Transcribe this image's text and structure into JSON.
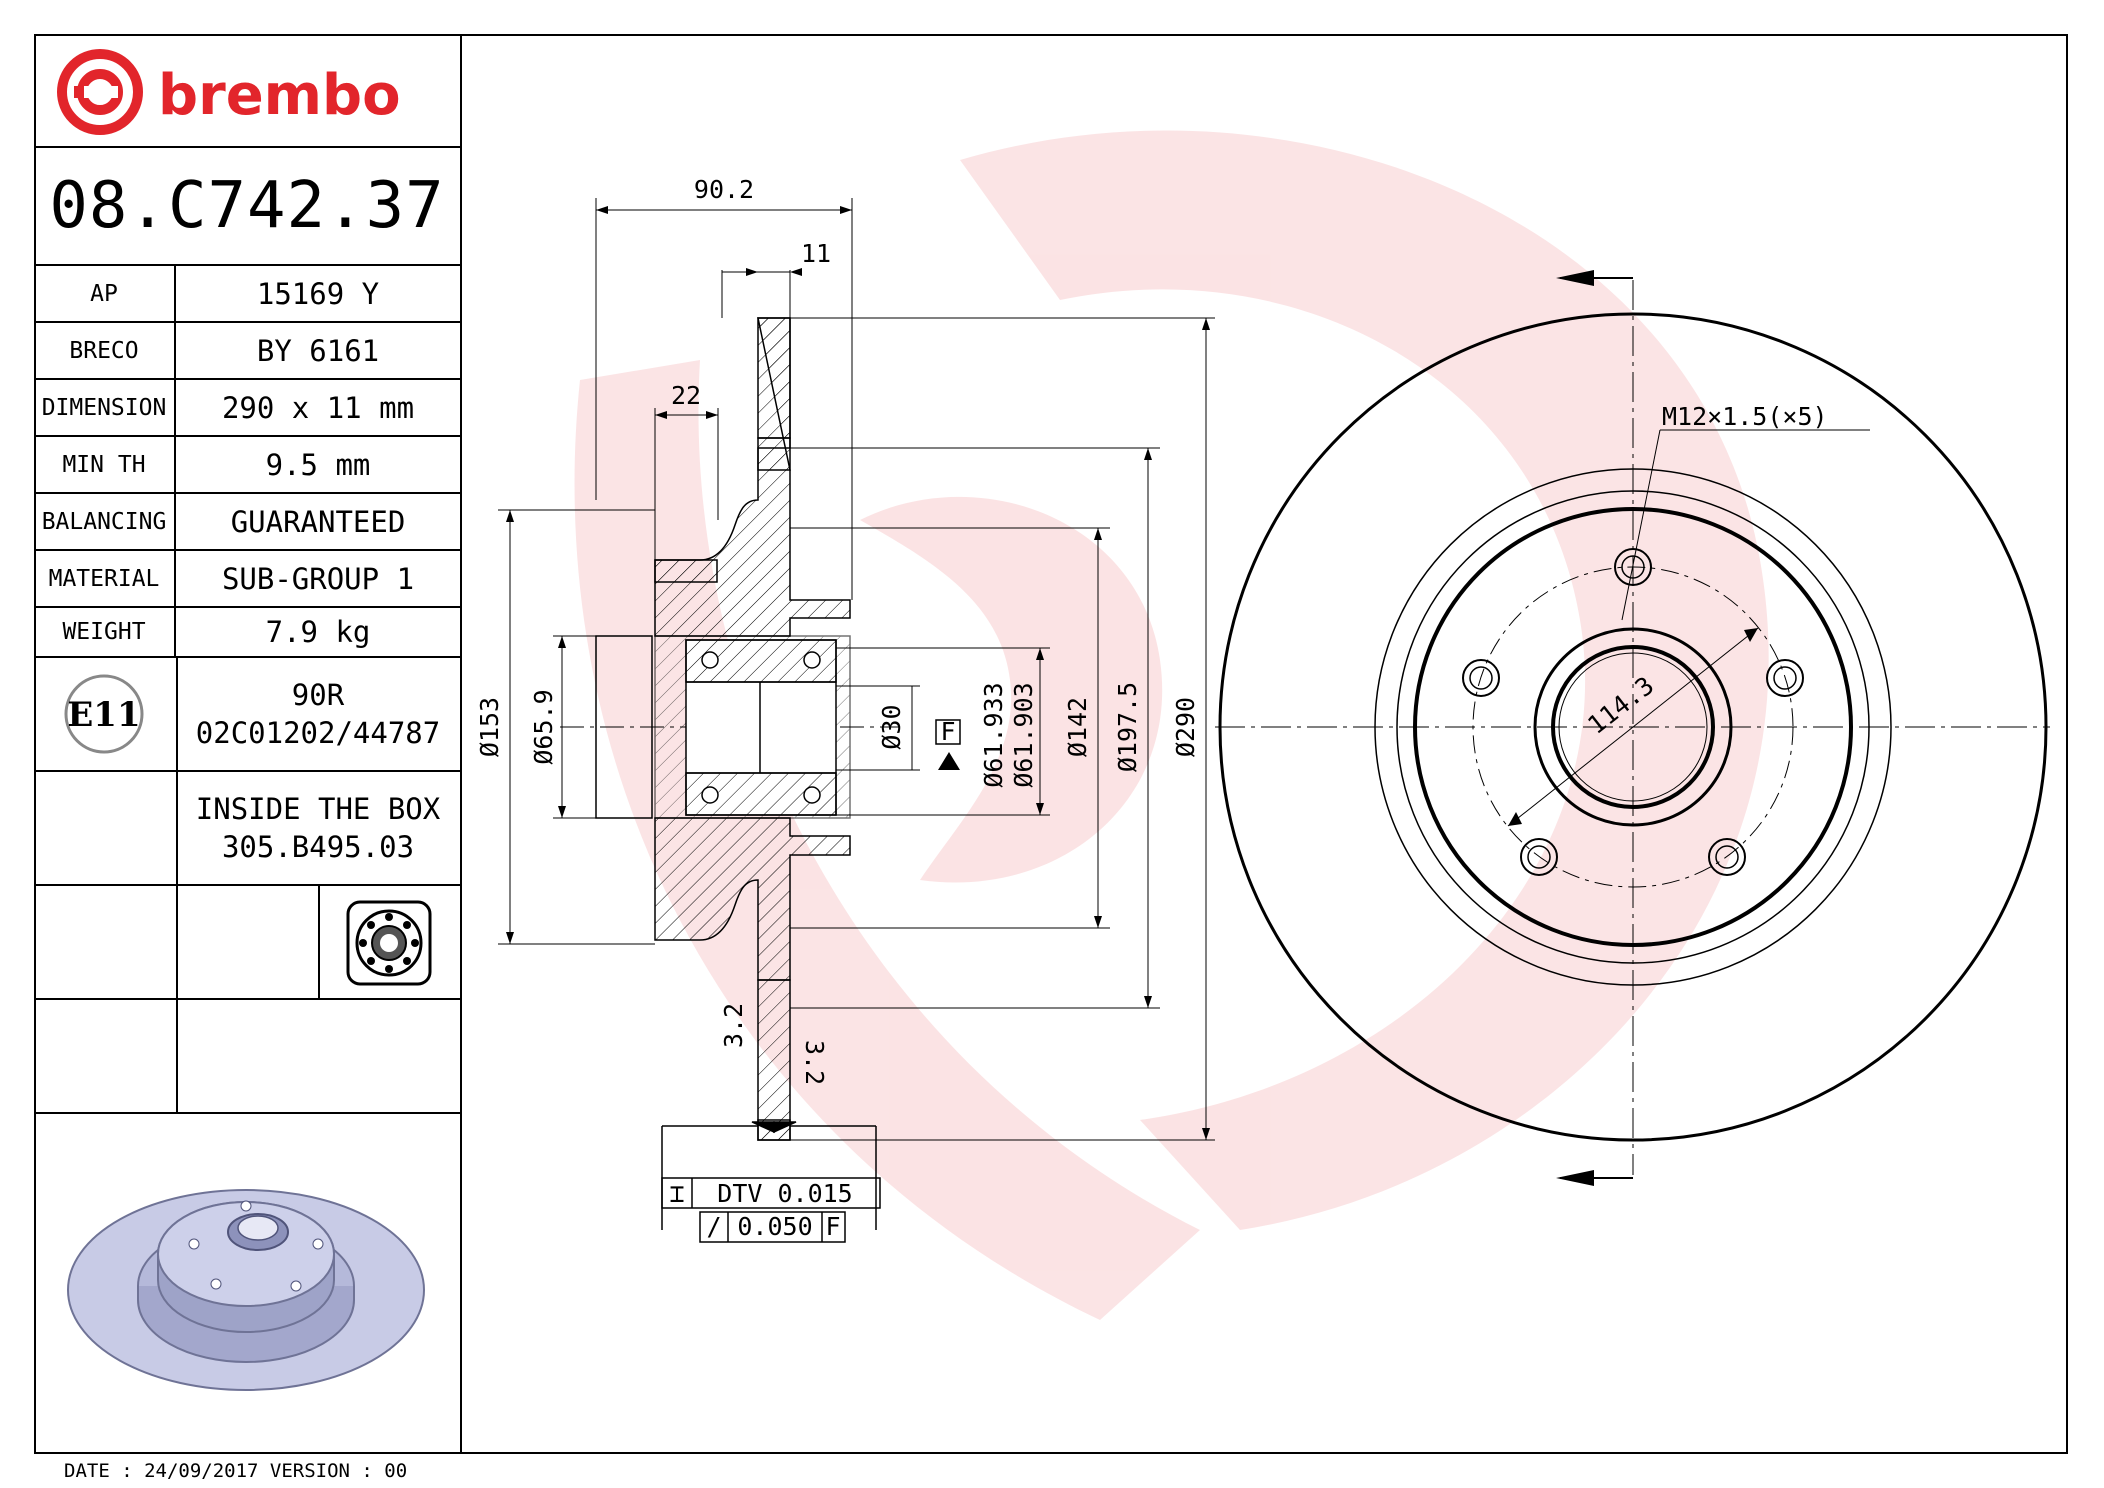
{
  "brand": {
    "name": "brembo",
    "color": "#e2252b"
  },
  "part_number": "08.C742.37",
  "specs": [
    {
      "key": "AP",
      "value": "15169 Y"
    },
    {
      "key": "BRECO",
      "value": "BY 6161"
    },
    {
      "key": "DIMENSION",
      "value": "290 x 11 mm"
    },
    {
      "key": "MIN TH",
      "value": "9.5 mm"
    },
    {
      "key": "BALANCING",
      "value": "GUARANTEED"
    },
    {
      "key": "MATERIAL",
      "value": "SUB-GROUP 1"
    },
    {
      "key": "WEIGHT",
      "value": "7.9 kg"
    }
  ],
  "certification": {
    "badge": "E11",
    "line1": "90R",
    "line2": "02C01202/44787"
  },
  "inside_box": {
    "line1": "INSIDE THE BOX",
    "line2": "305.B495.03"
  },
  "footer": "DATE : 24/09/2017 VERSION : 00",
  "dimensions": {
    "width_total": "90.2",
    "disc_thickness": "11",
    "hub_offset": "22",
    "d153": "Ø153",
    "d65_9": "Ø65.9",
    "d30": "Ø30",
    "d61_933": "Ø61.933",
    "d61_903": "Ø61.903",
    "d142": "Ø142",
    "d197_5": "Ø197.5",
    "d290": "Ø290",
    "datum": "F",
    "surface_1": "3.2",
    "surface_2": "3.2",
    "dtv_label": "DTV 0.015",
    "runout": "0.050",
    "runout_datum": "F",
    "pcd": "114.3",
    "thread": "M12×1.5(×5)"
  },
  "icons": [
    "brembo-logo-icon",
    "bearing-icon",
    "disc-render-icon",
    "section-arrow-icon"
  ]
}
